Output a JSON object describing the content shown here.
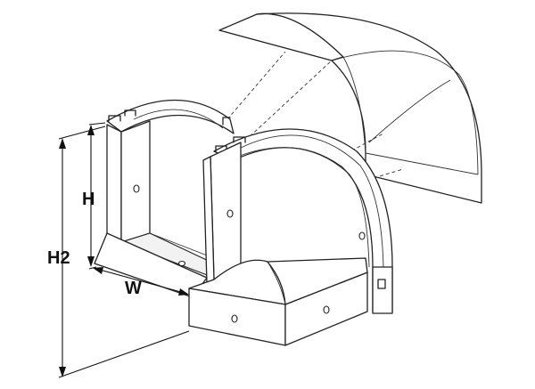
{
  "dimensions": {
    "h_label": "H",
    "h2_label": "H2",
    "w_label": "W"
  },
  "colors": {
    "line": "#222222",
    "background": "#ffffff"
  }
}
